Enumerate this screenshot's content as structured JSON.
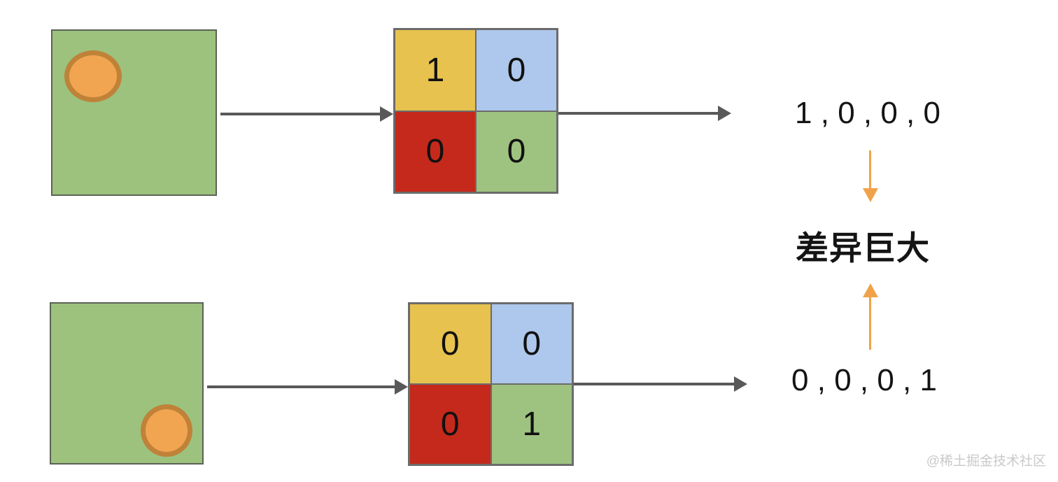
{
  "colors": {
    "square_green": "#9cc27e",
    "cell_yellow": "#e8c24e",
    "cell_blue": "#aec7ec",
    "cell_red": "#c5291b",
    "cell_green": "#9ec380",
    "circle_fill": "#f2a551",
    "circle_border": "#bf8238",
    "arrow_gray": "#595959",
    "arrow_orange": "#f0a24a",
    "text_black": "#141414",
    "watermark_gray": "#c9c9c9"
  },
  "diagram": {
    "rows": [
      {
        "id": "top",
        "grid": {
          "cells": [
            "1",
            "0",
            "0",
            "0"
          ]
        },
        "vector_text": "1 , 0 , 0 , 0"
      },
      {
        "id": "bottom",
        "grid": {
          "cells": [
            "0",
            "0",
            "0",
            "1"
          ]
        },
        "vector_text": "0 , 0 , 0 , 1"
      }
    ],
    "comparison_label": "差异巨大"
  },
  "watermark": "@稀土掘金技术社区"
}
